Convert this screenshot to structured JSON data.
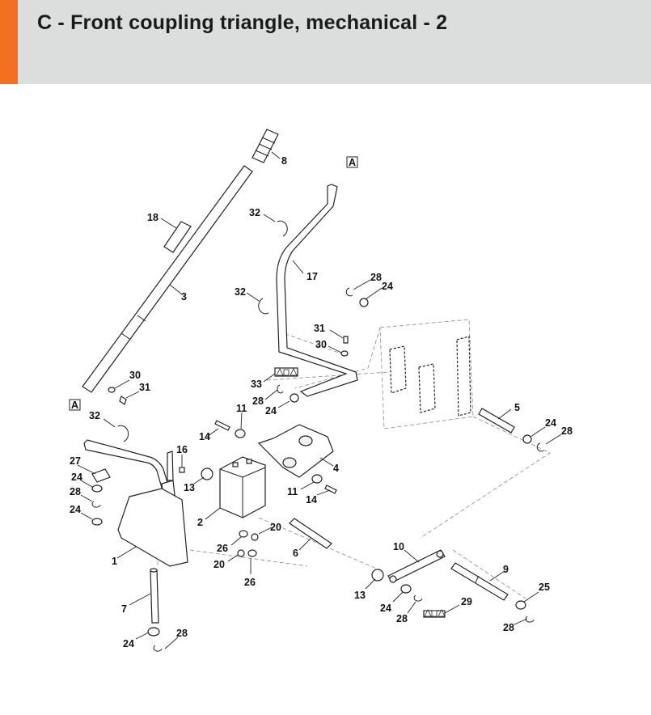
{
  "header": {
    "title": "C - Front coupling triangle, mechanical - 2",
    "accent_color": "#f37021",
    "background_color": "#dcdddd"
  },
  "diagram": {
    "ref_marks": [
      "A",
      "A"
    ],
    "labels": {
      "l1": "1",
      "l2": "2",
      "l3": "3",
      "l4": "4",
      "l5": "5",
      "l6": "6",
      "l7": "7",
      "l8": "8",
      "l9": "9",
      "l10": "10",
      "l11a": "11",
      "l11b": "11",
      "l13a": "13",
      "l13b": "13",
      "l14a": "14",
      "l14b": "14",
      "l16": "16",
      "l17": "17",
      "l18": "18",
      "l20a": "20",
      "l20b": "20",
      "l24a": "24",
      "l24b": "24",
      "l24c": "24",
      "l24d": "24",
      "l24e": "24",
      "l24f": "24",
      "l24g": "24",
      "l25": "25",
      "l26a": "26",
      "l26b": "26",
      "l27": "27",
      "l28a": "28",
      "l28b": "28",
      "l28c": "28",
      "l28d": "28",
      "l28e": "28",
      "l28f": "28",
      "l28g": "28",
      "l29": "29",
      "l30a": "30",
      "l30b": "30",
      "l31a": "31",
      "l31b": "31",
      "l32a": "32",
      "l32b": "32",
      "l32c": "32",
      "l33": "33"
    }
  }
}
